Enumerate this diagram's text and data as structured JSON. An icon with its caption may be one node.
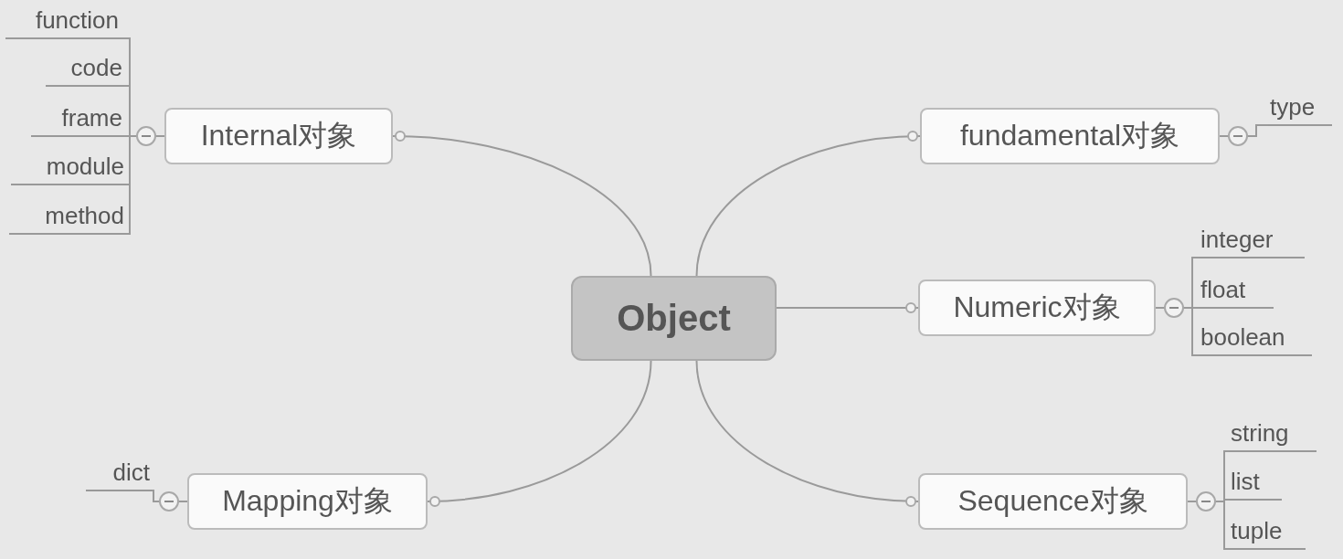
{
  "diagram": {
    "nodes": [
      {
        "text": [
          "Object"
        ]
      },
      {
        "text": [
          "Internal对象"
        ]
      },
      {
        "text": [
          "function"
        ]
      },
      {
        "text": [
          "code"
        ]
      },
      {
        "text": [
          "frame"
        ]
      },
      {
        "text": [
          "module"
        ]
      },
      {
        "text": [
          "method"
        ]
      },
      {
        "text": [
          "fundamental对象"
        ]
      },
      {
        "text": [
          "type"
        ]
      },
      {
        "text": [
          "Numeric对象"
        ]
      },
      {
        "text": [
          "integer"
        ]
      },
      {
        "text": [
          "float"
        ]
      },
      {
        "text": [
          "boolean"
        ]
      },
      {
        "text": [
          "Mapping对象"
        ]
      },
      {
        "text": [
          "dict"
        ]
      },
      {
        "text": [
          "Sequence对象"
        ]
      },
      {
        "text": [
          "string"
        ]
      },
      {
        "text": [
          "list"
        ]
      },
      {
        "text": [
          "tuple"
        ]
      }
    ],
    "edges": [
      {
        "from": 0,
        "to": 1,
        "arrow": "none"
      },
      {
        "from": 0,
        "to": 7,
        "arrow": "none"
      },
      {
        "from": 0,
        "to": 9,
        "arrow": "none"
      },
      {
        "from": 0,
        "to": 13,
        "arrow": "none"
      },
      {
        "from": 0,
        "to": 15,
        "arrow": "none"
      },
      {
        "from": 1,
        "to": 2,
        "arrow": "none"
      },
      {
        "from": 1,
        "to": 3,
        "arrow": "none"
      },
      {
        "from": 1,
        "to": 4,
        "arrow": "none"
      },
      {
        "from": 1,
        "to": 5,
        "arrow": "none"
      },
      {
        "from": 1,
        "to": 6,
        "arrow": "none"
      },
      {
        "from": 7,
        "to": 8,
        "arrow": "none"
      },
      {
        "from": 9,
        "to": 10,
        "arrow": "none"
      },
      {
        "from": 9,
        "to": 11,
        "arrow": "none"
      },
      {
        "from": 9,
        "to": 12,
        "arrow": "none"
      },
      {
        "from": 13,
        "to": 14,
        "arrow": "none"
      },
      {
        "from": 15,
        "to": 16,
        "arrow": "none"
      },
      {
        "from": 15,
        "to": 17,
        "arrow": "none"
      },
      {
        "from": 15,
        "to": 18,
        "arrow": "none"
      }
    ]
  }
}
